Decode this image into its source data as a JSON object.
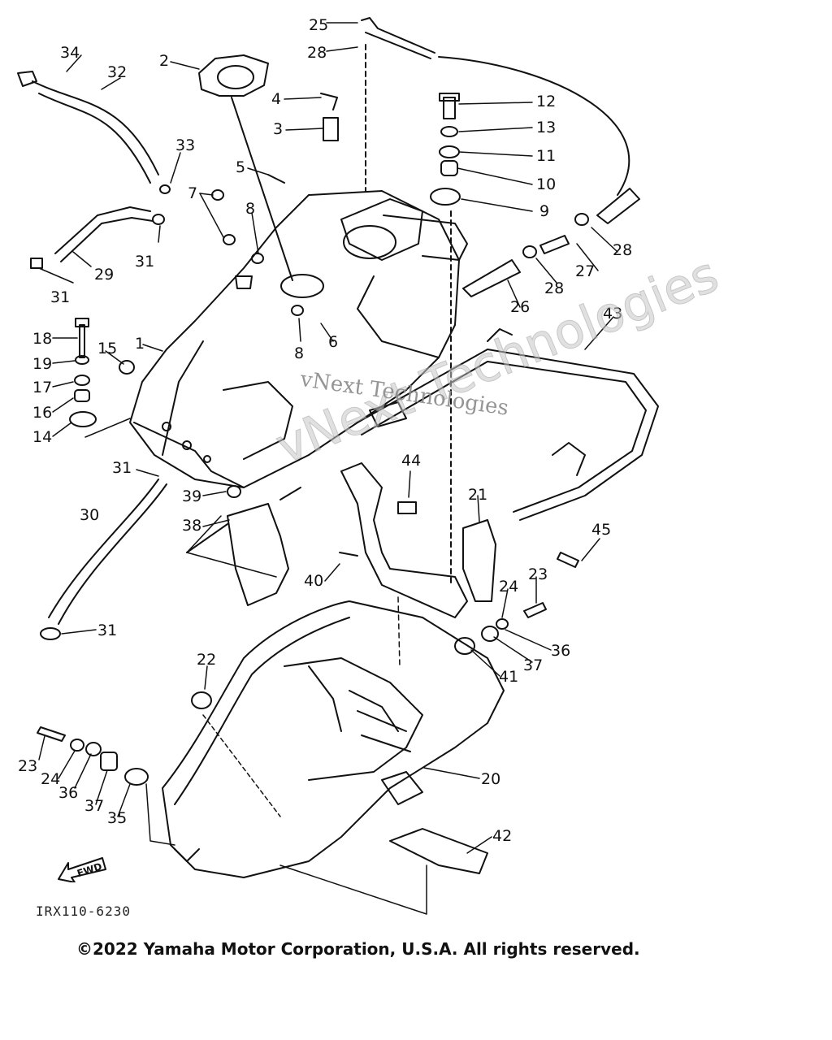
{
  "diagram": {
    "callouts": [
      {
        "id": "c1",
        "text": "1"
      },
      {
        "id": "c2",
        "text": "2"
      },
      {
        "id": "c3",
        "text": "3"
      },
      {
        "id": "c4",
        "text": "4"
      },
      {
        "id": "c5",
        "text": "5"
      },
      {
        "id": "c6",
        "text": "6"
      },
      {
        "id": "c7",
        "text": "7"
      },
      {
        "id": "c8a",
        "text": "8"
      },
      {
        "id": "c8b",
        "text": "8"
      },
      {
        "id": "c9",
        "text": "9"
      },
      {
        "id": "c10",
        "text": "10"
      },
      {
        "id": "c11",
        "text": "11"
      },
      {
        "id": "c12",
        "text": "12"
      },
      {
        "id": "c13",
        "text": "13"
      },
      {
        "id": "c14",
        "text": "14"
      },
      {
        "id": "c15",
        "text": "15"
      },
      {
        "id": "c16",
        "text": "16"
      },
      {
        "id": "c17",
        "text": "17"
      },
      {
        "id": "c18",
        "text": "18"
      },
      {
        "id": "c19",
        "text": "19"
      },
      {
        "id": "c20",
        "text": "20"
      },
      {
        "id": "c21",
        "text": "21"
      },
      {
        "id": "c22",
        "text": "22"
      },
      {
        "id": "c23a",
        "text": "23"
      },
      {
        "id": "c23b",
        "text": "23"
      },
      {
        "id": "c24a",
        "text": "24"
      },
      {
        "id": "c24b",
        "text": "24"
      },
      {
        "id": "c25",
        "text": "25"
      },
      {
        "id": "c26",
        "text": "26"
      },
      {
        "id": "c27",
        "text": "27"
      },
      {
        "id": "c28a",
        "text": "28"
      },
      {
        "id": "c28b",
        "text": "28"
      },
      {
        "id": "c28c",
        "text": "28"
      },
      {
        "id": "c29",
        "text": "29"
      },
      {
        "id": "c30",
        "text": "30"
      },
      {
        "id": "c31a",
        "text": "31"
      },
      {
        "id": "c31b",
        "text": "31"
      },
      {
        "id": "c31c",
        "text": "31"
      },
      {
        "id": "c31d",
        "text": "31"
      },
      {
        "id": "c32",
        "text": "32"
      },
      {
        "id": "c33",
        "text": "33"
      },
      {
        "id": "c34",
        "text": "34"
      },
      {
        "id": "c35",
        "text": "35"
      },
      {
        "id": "c36a",
        "text": "36"
      },
      {
        "id": "c36b",
        "text": "36"
      },
      {
        "id": "c37a",
        "text": "37"
      },
      {
        "id": "c37b",
        "text": "37"
      },
      {
        "id": "c38",
        "text": "38"
      },
      {
        "id": "c39",
        "text": "39"
      },
      {
        "id": "c40",
        "text": "40"
      },
      {
        "id": "c41",
        "text": "41"
      },
      {
        "id": "c42",
        "text": "42"
      },
      {
        "id": "c43",
        "text": "43"
      },
      {
        "id": "c44",
        "text": "44"
      },
      {
        "id": "c45",
        "text": "45"
      }
    ],
    "fwd_label": "FWD",
    "drawing_code": "IRX110-6230",
    "watermark_small": "vNext Technologies",
    "watermark_large": "vNext Technologies",
    "copyright": "©2022 Yamaha Motor Corporation, U.S.A. All rights reserved."
  },
  "colors": {
    "line": "#111111",
    "watermark": "#9a9a9a",
    "background": "#ffffff"
  }
}
